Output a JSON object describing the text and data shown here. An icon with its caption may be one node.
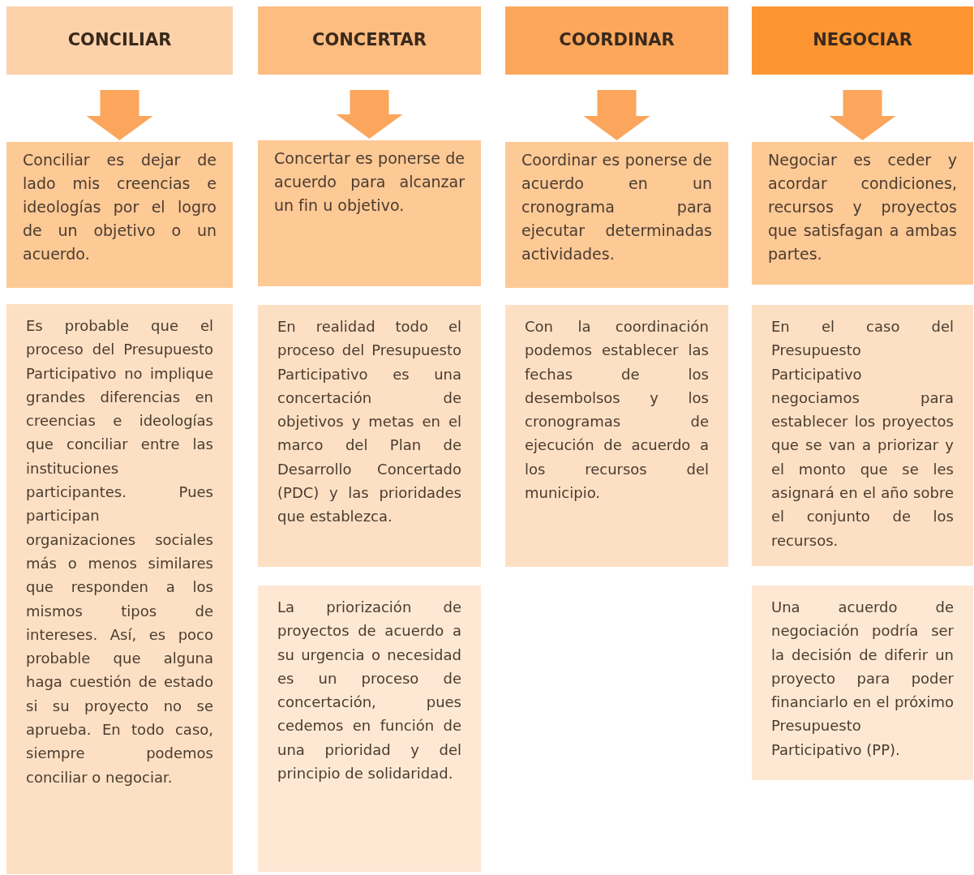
{
  "diagram": {
    "nodes": [
      {
        "text": [
          "CONCILIAR"
        ]
      },
      {
        "text": [
          "CONCERTAR"
        ]
      },
      {
        "text": [
          "COORDINAR"
        ]
      },
      {
        "text": [
          "NEGOCIAR"
        ]
      },
      {
        "text": [
          "Conciliar es dejar de lado mis creencias e ideologías por el logro de un objetivo o un acuerdo."
        ]
      },
      {
        "text": [
          "Concertar es ponerse de acuerdo para alcanzar un fin u objetivo."
        ]
      },
      {
        "text": [
          "Coordinar es ponerse de acuerdo en un cronograma para ejecutar determinadas actividades."
        ]
      },
      {
        "text": [
          "Negociar es ceder y acordar condiciones, recursos y proyectos que satisfagan a ambas partes."
        ]
      },
      {
        "text": [
          "Es probable que el proceso del Presupuesto Participativo no implique grandes diferencias en creencias e ideologías que conciliar entre las instituciones participantes. Pues participan organizaciones sociales más o menos similares que responden a los mismos tipos de intereses. Así, es poco probable que alguna haga cuestión de estado si su proyecto no se aprueba. En todo caso, siempre podemos conciliar o negociar."
        ]
      },
      {
        "text": [
          "En realidad todo el proceso del Presupuesto Participativo es una concertación de objetivos y metas en el marco del Plan de Desarrollo Concertado (PDC) y las prioridades que establezca."
        ]
      },
      {
        "text": [
          "Con la coordinación podemos establecer las fechas de los desembolsos y los cronogramas de ejecución de acuerdo a los recursos del municipio."
        ]
      },
      {
        "text": [
          "En el caso del Presupuesto Participativo negociamos para establecer los proyectos que se van a priorizar y el monto que se les asignará en el año sobre el conjunto de los recursos."
        ]
      },
      {
        "text": [
          "La priorización de proyectos de acuerdo a su urgencia o necesidad es un proceso de concertación, pues cedemos en función de una prioridad y del principio de solidaridad."
        ]
      },
      {
        "text": [
          "Una acuerdo de negociación podría ser la decisión de diferir un proyecto para poder financiarlo en el próximo Presupuesto Participativo (PP)."
        ]
      }
    ],
    "edges": [
      {
        "from": 0,
        "to": 4,
        "arrow": "to"
      },
      {
        "from": 1,
        "to": 5,
        "arrow": "to"
      },
      {
        "from": 2,
        "to": 6,
        "arrow": "to"
      },
      {
        "from": 3,
        "to": 7,
        "arrow": "to"
      }
    ]
  }
}
